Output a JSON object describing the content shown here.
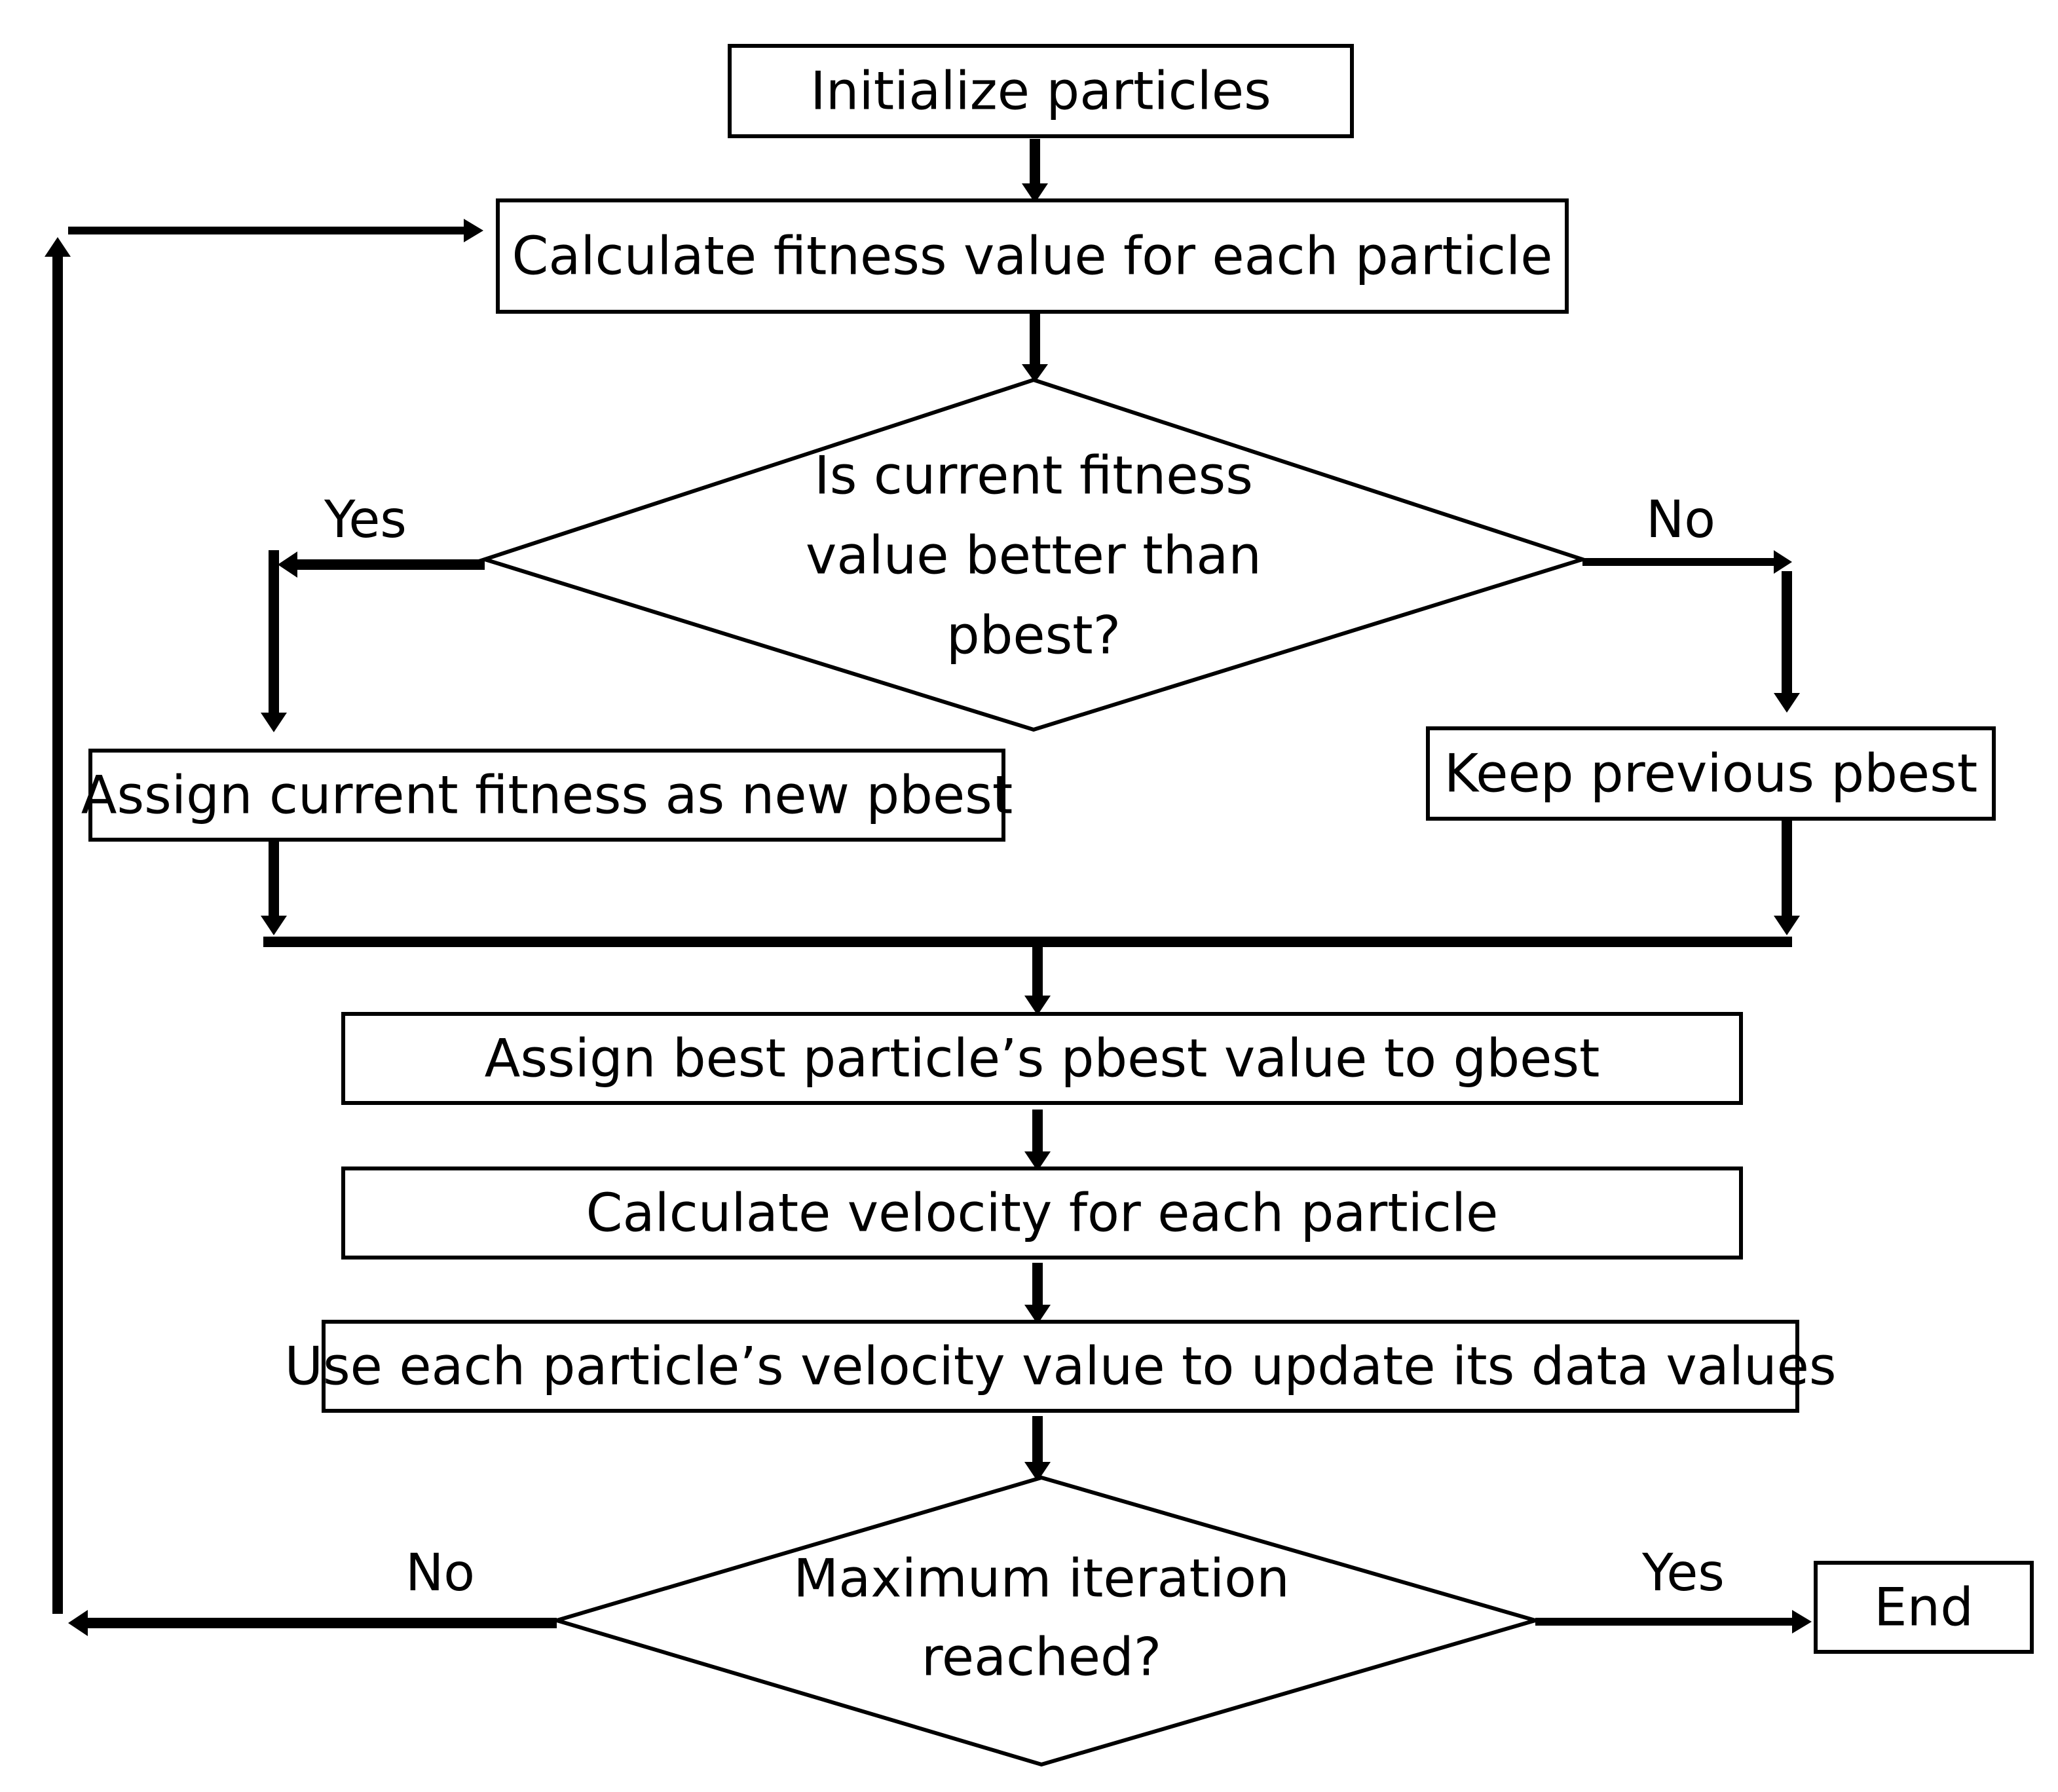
{
  "nodes": {
    "init": "Initialize particles",
    "calc_fitness": "Calculate fitness value for each particle",
    "decision_pbest": [
      "Is current fitness",
      "value better than",
      "pbest?"
    ],
    "assign_pbest": "Assign current fitness as new pbest",
    "keep_pbest": "Keep previous pbest",
    "assign_gbest": "Assign best particle’s pbest value to gbest",
    "calc_velocity": "Calculate velocity for each particle",
    "update_values": "Use each particle’s velocity value to update its data values",
    "decision_iter": [
      "Maximum iteration",
      "reached?"
    ],
    "end": "End"
  },
  "branches": {
    "pbest_yes": "Yes",
    "pbest_no": "No",
    "iter_no": "No",
    "iter_yes": "Yes"
  }
}
